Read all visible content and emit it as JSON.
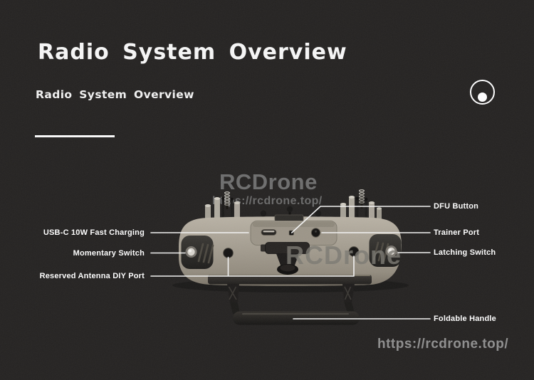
{
  "page": {
    "title": "Radio System Overview",
    "subtitle": "Radio System Overview"
  },
  "watermarks": {
    "brand_top": "RCDrone",
    "url_top": "https://rcdrone.top/",
    "brand_body": "RCDrone",
    "url_bottom": "https://rcdrone.top/"
  },
  "callouts": {
    "left": [
      "USB-C 10W Fast Charging",
      "Momentary Switch",
      "Reserved Antenna DIY Port"
    ],
    "right": [
      "DFU Button",
      "Trainer Port",
      "Latching Switch",
      "Foldable Handle"
    ]
  },
  "colors": {
    "background": "#242221",
    "text_primary": "#ffffff",
    "watermark_gray": "#747474",
    "url_bottom_gray": "#8e8e8e",
    "body_tan": "#a49d90",
    "callout_line": "#f4f4f4"
  }
}
